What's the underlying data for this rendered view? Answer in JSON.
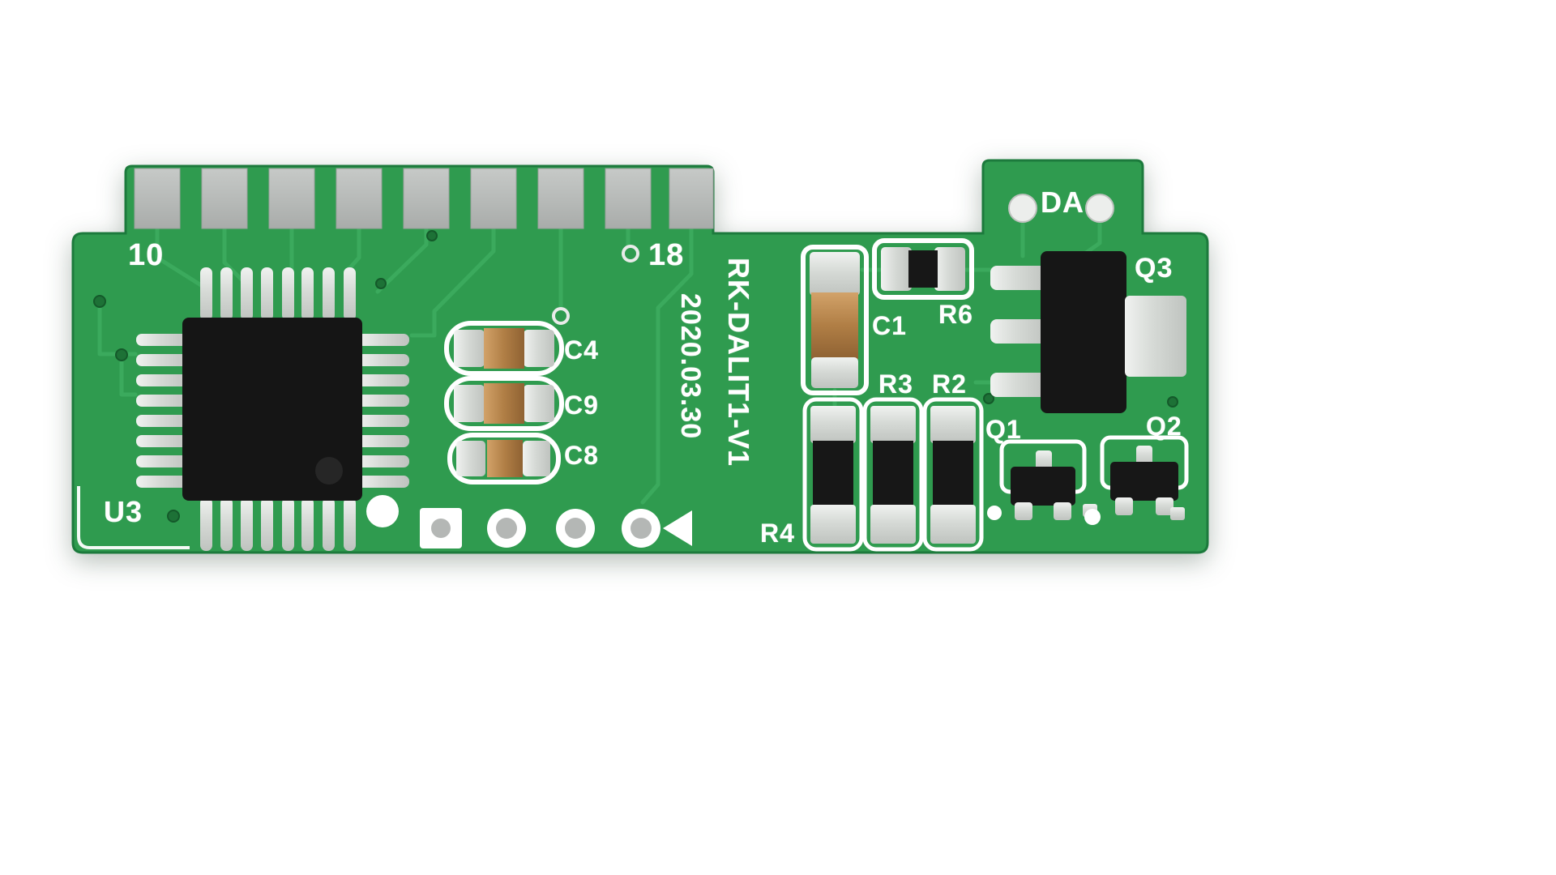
{
  "board": {
    "silkscreen": {
      "pin10": "10",
      "pin18": "18",
      "da": "DA",
      "model": "RK-DALIT1-V1",
      "date": "2020.03.30",
      "u3": "U3",
      "c1": "C1",
      "c4": "C4",
      "c8": "C8",
      "c9": "C9",
      "r2": "R2",
      "r3": "R3",
      "r4": "R4",
      "r6": "R6",
      "q1": "Q1",
      "q2": "Q2",
      "q3": "Q3"
    },
    "colors": {
      "background": "#ffffff",
      "board_green": "#2f9b4f",
      "board_edge": "#1c7a3c",
      "trace_light": "#3cab5e",
      "finger_gray": "#b7bab7",
      "pad_silver": "#dcdfdc",
      "component_black": "#161616",
      "capacitor_tan": "#b07e45",
      "silkscreen_white": "#ffffff"
    }
  }
}
